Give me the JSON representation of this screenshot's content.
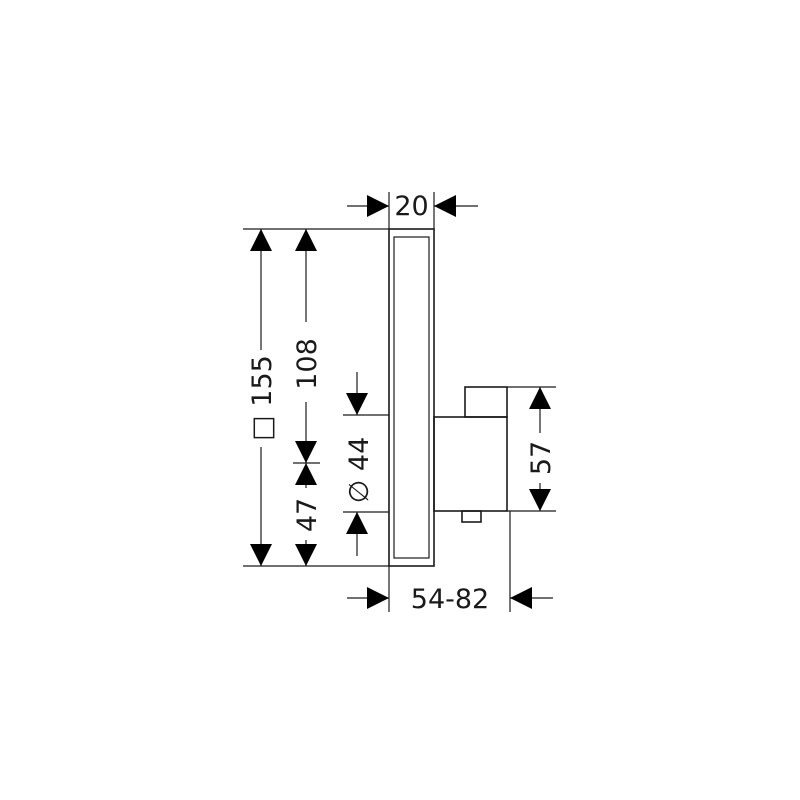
{
  "dimensions": {
    "top_width": "20",
    "bottom_width": "54-82",
    "plate_height": "155",
    "plate_shape_symbol": "□",
    "upper_height": "108",
    "lower_height": "47",
    "outlet_diameter": "44",
    "diameter_symbol": "∅",
    "body_height": "57"
  }
}
